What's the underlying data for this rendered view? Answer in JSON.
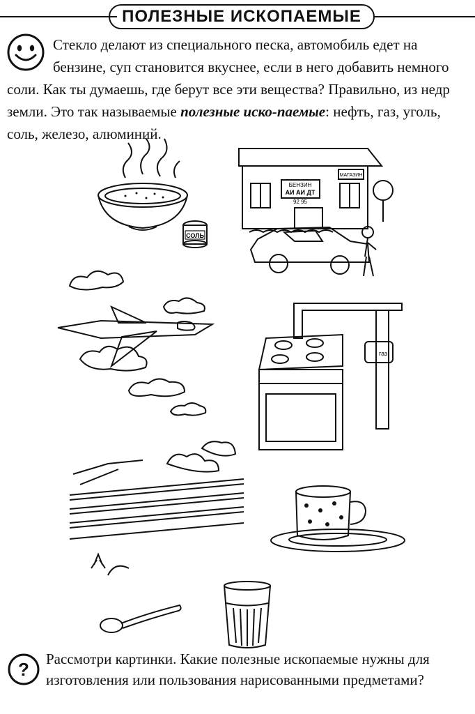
{
  "title": "ПОЛЕЗНЫЕ ИСКОПАЕМЫЕ",
  "intro": {
    "text_before": "Стекло делают из специального песка, автомобиль едет на бензине, суп становится вкуснее, если в него добавить немного соли. Как ты думаешь, где берут все эти вещества? Правильно, из недр земли. Это так называемые ",
    "term": "полезные иско-паемые",
    "text_after": ": нефть, газ, уголь, соль, железо, алюминий."
  },
  "illustrations": {
    "salt_label": "СОЛЬ",
    "gas_station_sign": "БЕНЗИН",
    "gas_station_shop": "МАГАЗИН",
    "gas_station_pumps": "АИ АИ ДТ",
    "gas_station_prices": "92 95",
    "gas_pipe_label": "газ"
  },
  "question": "Рассмотри картинки. Какие полезные ископаемые нужны для изготовления или пользования нарисованными предметами?"
}
